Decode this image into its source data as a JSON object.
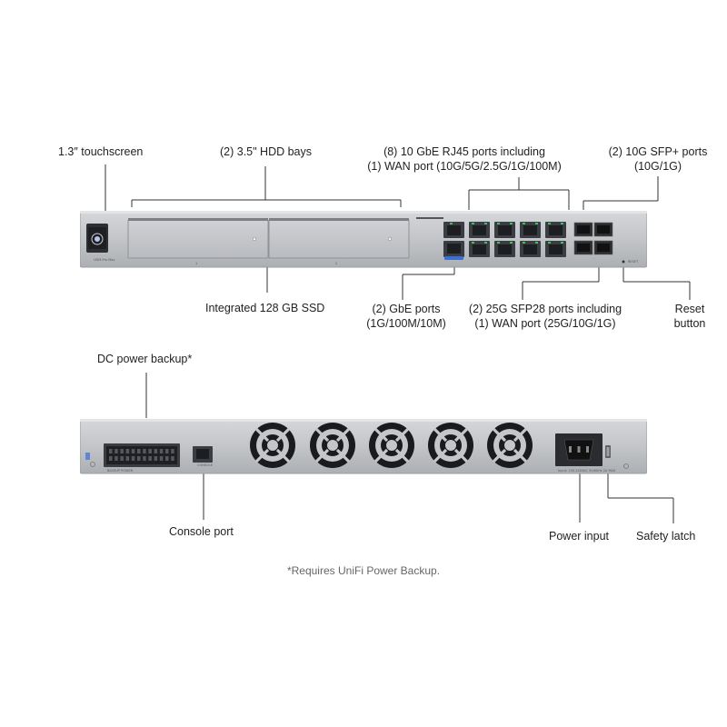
{
  "front_labels": {
    "touchscreen": "1.3″ touchscreen",
    "hdd_bays": "(2) 3.5\" HDD bays",
    "rj45_line1": "(8) 10 GbE RJ45 ports including",
    "rj45_line2": "(1) WAN port (10G/5G/2.5G/1G/100M)",
    "sfp_plus_line1": "(2) 10G SFP+ ports",
    "sfp_plus_line2": "(10G/1G)",
    "ssd": "Integrated 128 GB SSD",
    "gbe_line1": "(2) GbE ports",
    "gbe_line2": "(1G/100M/10M)",
    "sfp28_line1": "(2) 25G SFP28 ports including",
    "sfp28_line2": "(1) WAN port (25G/10G/1G)",
    "reset_line1": "Reset",
    "reset_line2": "button"
  },
  "rear_labels": {
    "dc_backup": "DC power backup*",
    "console": "Console port",
    "power_input": "Power input",
    "safety_latch": "Safety latch"
  },
  "footnote": "*Requires UniFi Power Backup.",
  "device_text": {
    "model": "UDM-Pro Max",
    "bay1": "1",
    "bay2": "2",
    "reset": "RESET",
    "console": "CONSOLE",
    "backup_power": "BACKUP POWER",
    "power_rating": "Input: 100-240VAC 50/60Hz 2A MAX"
  },
  "colors": {
    "chassis": "#c4c6c9",
    "chassis_dark": "#8f9296",
    "port_led": "#3ec25a",
    "wan_badge": "#3b6fd8"
  }
}
